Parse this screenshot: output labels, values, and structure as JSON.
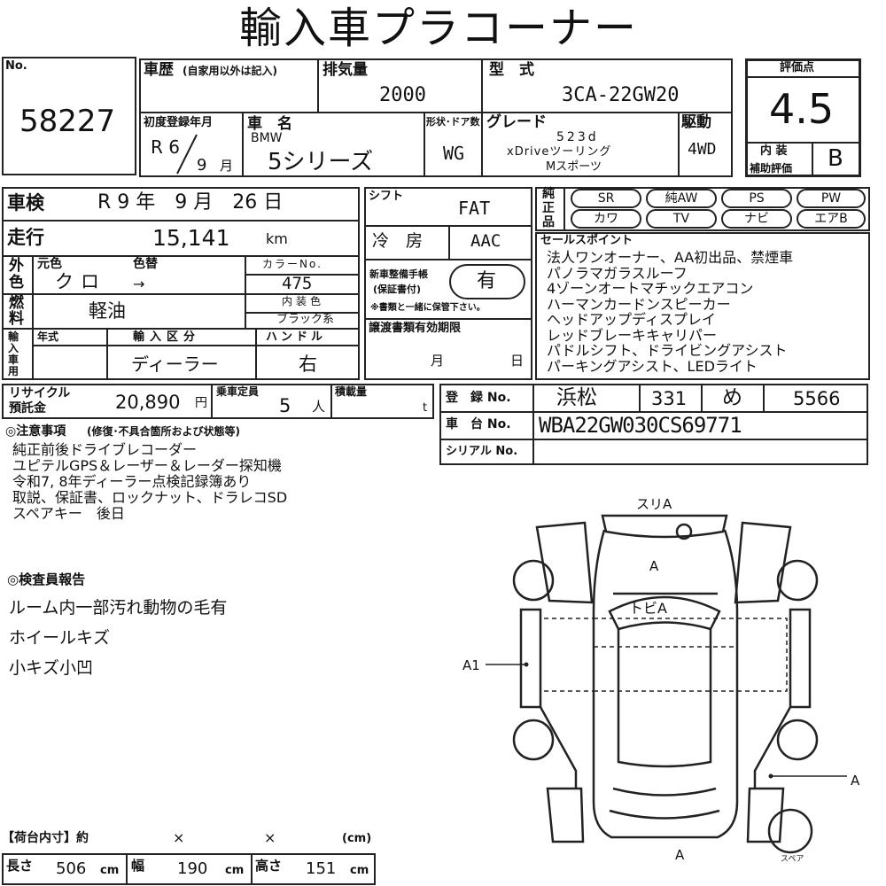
{
  "title": "輸入車プラコーナー",
  "lot": {
    "label": "No.",
    "number": "58227"
  },
  "history": {
    "label": "車歴",
    "note": "(自家用以外は記入)",
    "value": ""
  },
  "displacement": {
    "label": "排気量",
    "value": "2000"
  },
  "model_code": {
    "label": "型　式",
    "value": "3CA-22GW20"
  },
  "first_reg": {
    "label": "初度登録年月",
    "era": "R 6",
    "month": "9",
    "month_unit": "月"
  },
  "car_name": {
    "label": "車　名",
    "maker": "BMW",
    "value": "5シリーズ"
  },
  "body_type": {
    "label": "形状･ドア数",
    "value": "WG"
  },
  "grade": {
    "label": "グレード",
    "line1": "523d",
    "line2": "xDriveツーリング",
    "line3": "Mスポーツ"
  },
  "drive": {
    "label": "駆動",
    "value": "4WD"
  },
  "score": {
    "label": "評価点",
    "value": "4.5",
    "interior_label1": "内 装",
    "interior_label2": "補助評価",
    "interior_value": "B"
  },
  "inspection": {
    "label": "車検",
    "value": "R 9 年　9 月　26 日"
  },
  "mileage": {
    "label": "走行",
    "value": "15,141",
    "unit": "km"
  },
  "exterior": {
    "label1": "外",
    "label2": "色",
    "orig_label": "元色",
    "orig_value": "クロ",
    "change_label": "色替",
    "change_value": "→",
    "code_label": "カラーNo.",
    "code_value": "475"
  },
  "fuel": {
    "label1": "燃",
    "label2": "料",
    "value": "軽油",
    "int_color_label": "内装色",
    "int_color_value": "ブラック系"
  },
  "import": {
    "label": "輸入車用",
    "year_label": "年式",
    "type_label": "輸入区分",
    "type_value": "ディーラー",
    "handle_label": "ハンドル",
    "handle_value": "右"
  },
  "shift": {
    "label": "シフト",
    "value": "FAT"
  },
  "ac": {
    "label": "冷　房",
    "value": "AAC"
  },
  "warranty": {
    "label1": "新車整備手帳",
    "label2": "(保証書付)",
    "value": "有",
    "note": "※書類と一緒に保管下さい。"
  },
  "transfer": {
    "label": "譲渡書類有効期限",
    "month_unit": "月",
    "day_unit": "日"
  },
  "equipment": {
    "label1": "純",
    "label2": "正",
    "label3": "品",
    "row1": [
      "SR",
      "純AW",
      "PS",
      "PW"
    ],
    "row2": [
      "カワ",
      "TV",
      "ナビ",
      "エアB"
    ]
  },
  "sales_points": {
    "label": "セールスポイント",
    "lines": [
      "法人ワンオーナー、AA初出品、禁煙車",
      "パノラマガラスルーフ",
      "4ゾーンオートマチックエアコン",
      "ハーマンカードンスピーカー",
      "ヘッドアップディスプレイ",
      "レッドブレーキキャリパー",
      "パドルシフト、ドライビングアシスト",
      "パーキングアシスト、LEDライト"
    ]
  },
  "recycle": {
    "label1": "リサイクル",
    "label2": "預託金",
    "value": "20,890",
    "unit": "円"
  },
  "capacity": {
    "label": "乗車定員",
    "value": "5",
    "unit": "人"
  },
  "load": {
    "label": "積載量",
    "unit": "t"
  },
  "registration": {
    "label": "登　録 No.",
    "area": "浜松",
    "class": "331",
    "kana": "め",
    "number": "5566"
  },
  "chassis": {
    "label": "車　台 No.",
    "value": "WBA22GW030CS69771"
  },
  "serial": {
    "label": "シリアル No.",
    "value": ""
  },
  "notes": {
    "label": "◎注意事項",
    "sub": "(修復･不具合箇所および状態等)",
    "lines": [
      "純正前後ドライブレコーダー",
      "ユピテルGPS＆レーザー＆レーダー探知機",
      "令和7, 8年ディーラー点検記録簿あり",
      "取説、保証書、ロックナット、ドラレコSD",
      "スペアキー　後日"
    ]
  },
  "inspector": {
    "label": "◎検査員報告",
    "lines": [
      "ルーム内一部汚れ動物の毛有",
      "ホイールキズ",
      "小キズ小凹"
    ]
  },
  "diagram": {
    "top": "スリA",
    "hood": "A",
    "windshield": "トビA",
    "left": "A1",
    "right": "A",
    "bottom": "A",
    "spare": "スペア"
  },
  "cargo": {
    "label": "【荷台内寸】約",
    "x1": "×",
    "x2": "×",
    "unit": "(cm)"
  },
  "dims": {
    "length_label": "長さ",
    "length": "506",
    "width_label": "幅",
    "width": "190",
    "height_label": "高さ",
    "height": "151",
    "unit": "cm"
  }
}
